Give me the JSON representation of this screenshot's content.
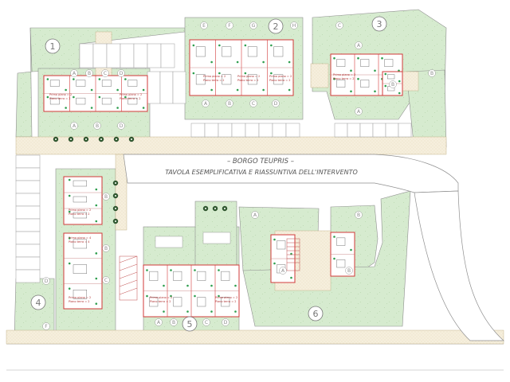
{
  "title_line1": "– BORGO TEUPRIS –",
  "title_line2": "TAVOLA ESEMPLIFICATIVA E RIASSUNTIVA DELL'INTERVENTO",
  "lots": [
    "1",
    "2",
    "3",
    "4",
    "5",
    "6"
  ],
  "unit_letters": [
    "A",
    "B",
    "C",
    "D",
    "E",
    "F",
    "G",
    "H"
  ],
  "unit_notes": {
    "upper_floor": "Primo piano = 2",
    "ground_floor": "Piano terra = 2",
    "upper_floor_4": "Primo piano = 4",
    "ground_floor_4": "Piano terra = 4"
  },
  "colors": {
    "green_area": "#d6ebcf",
    "road": "#ffffff",
    "paving": "#f2ead8",
    "building_outline": "#d23a3a",
    "line": "#8c8c8c",
    "marker": "#2e9e4e",
    "tree": "#2f5a2f"
  }
}
